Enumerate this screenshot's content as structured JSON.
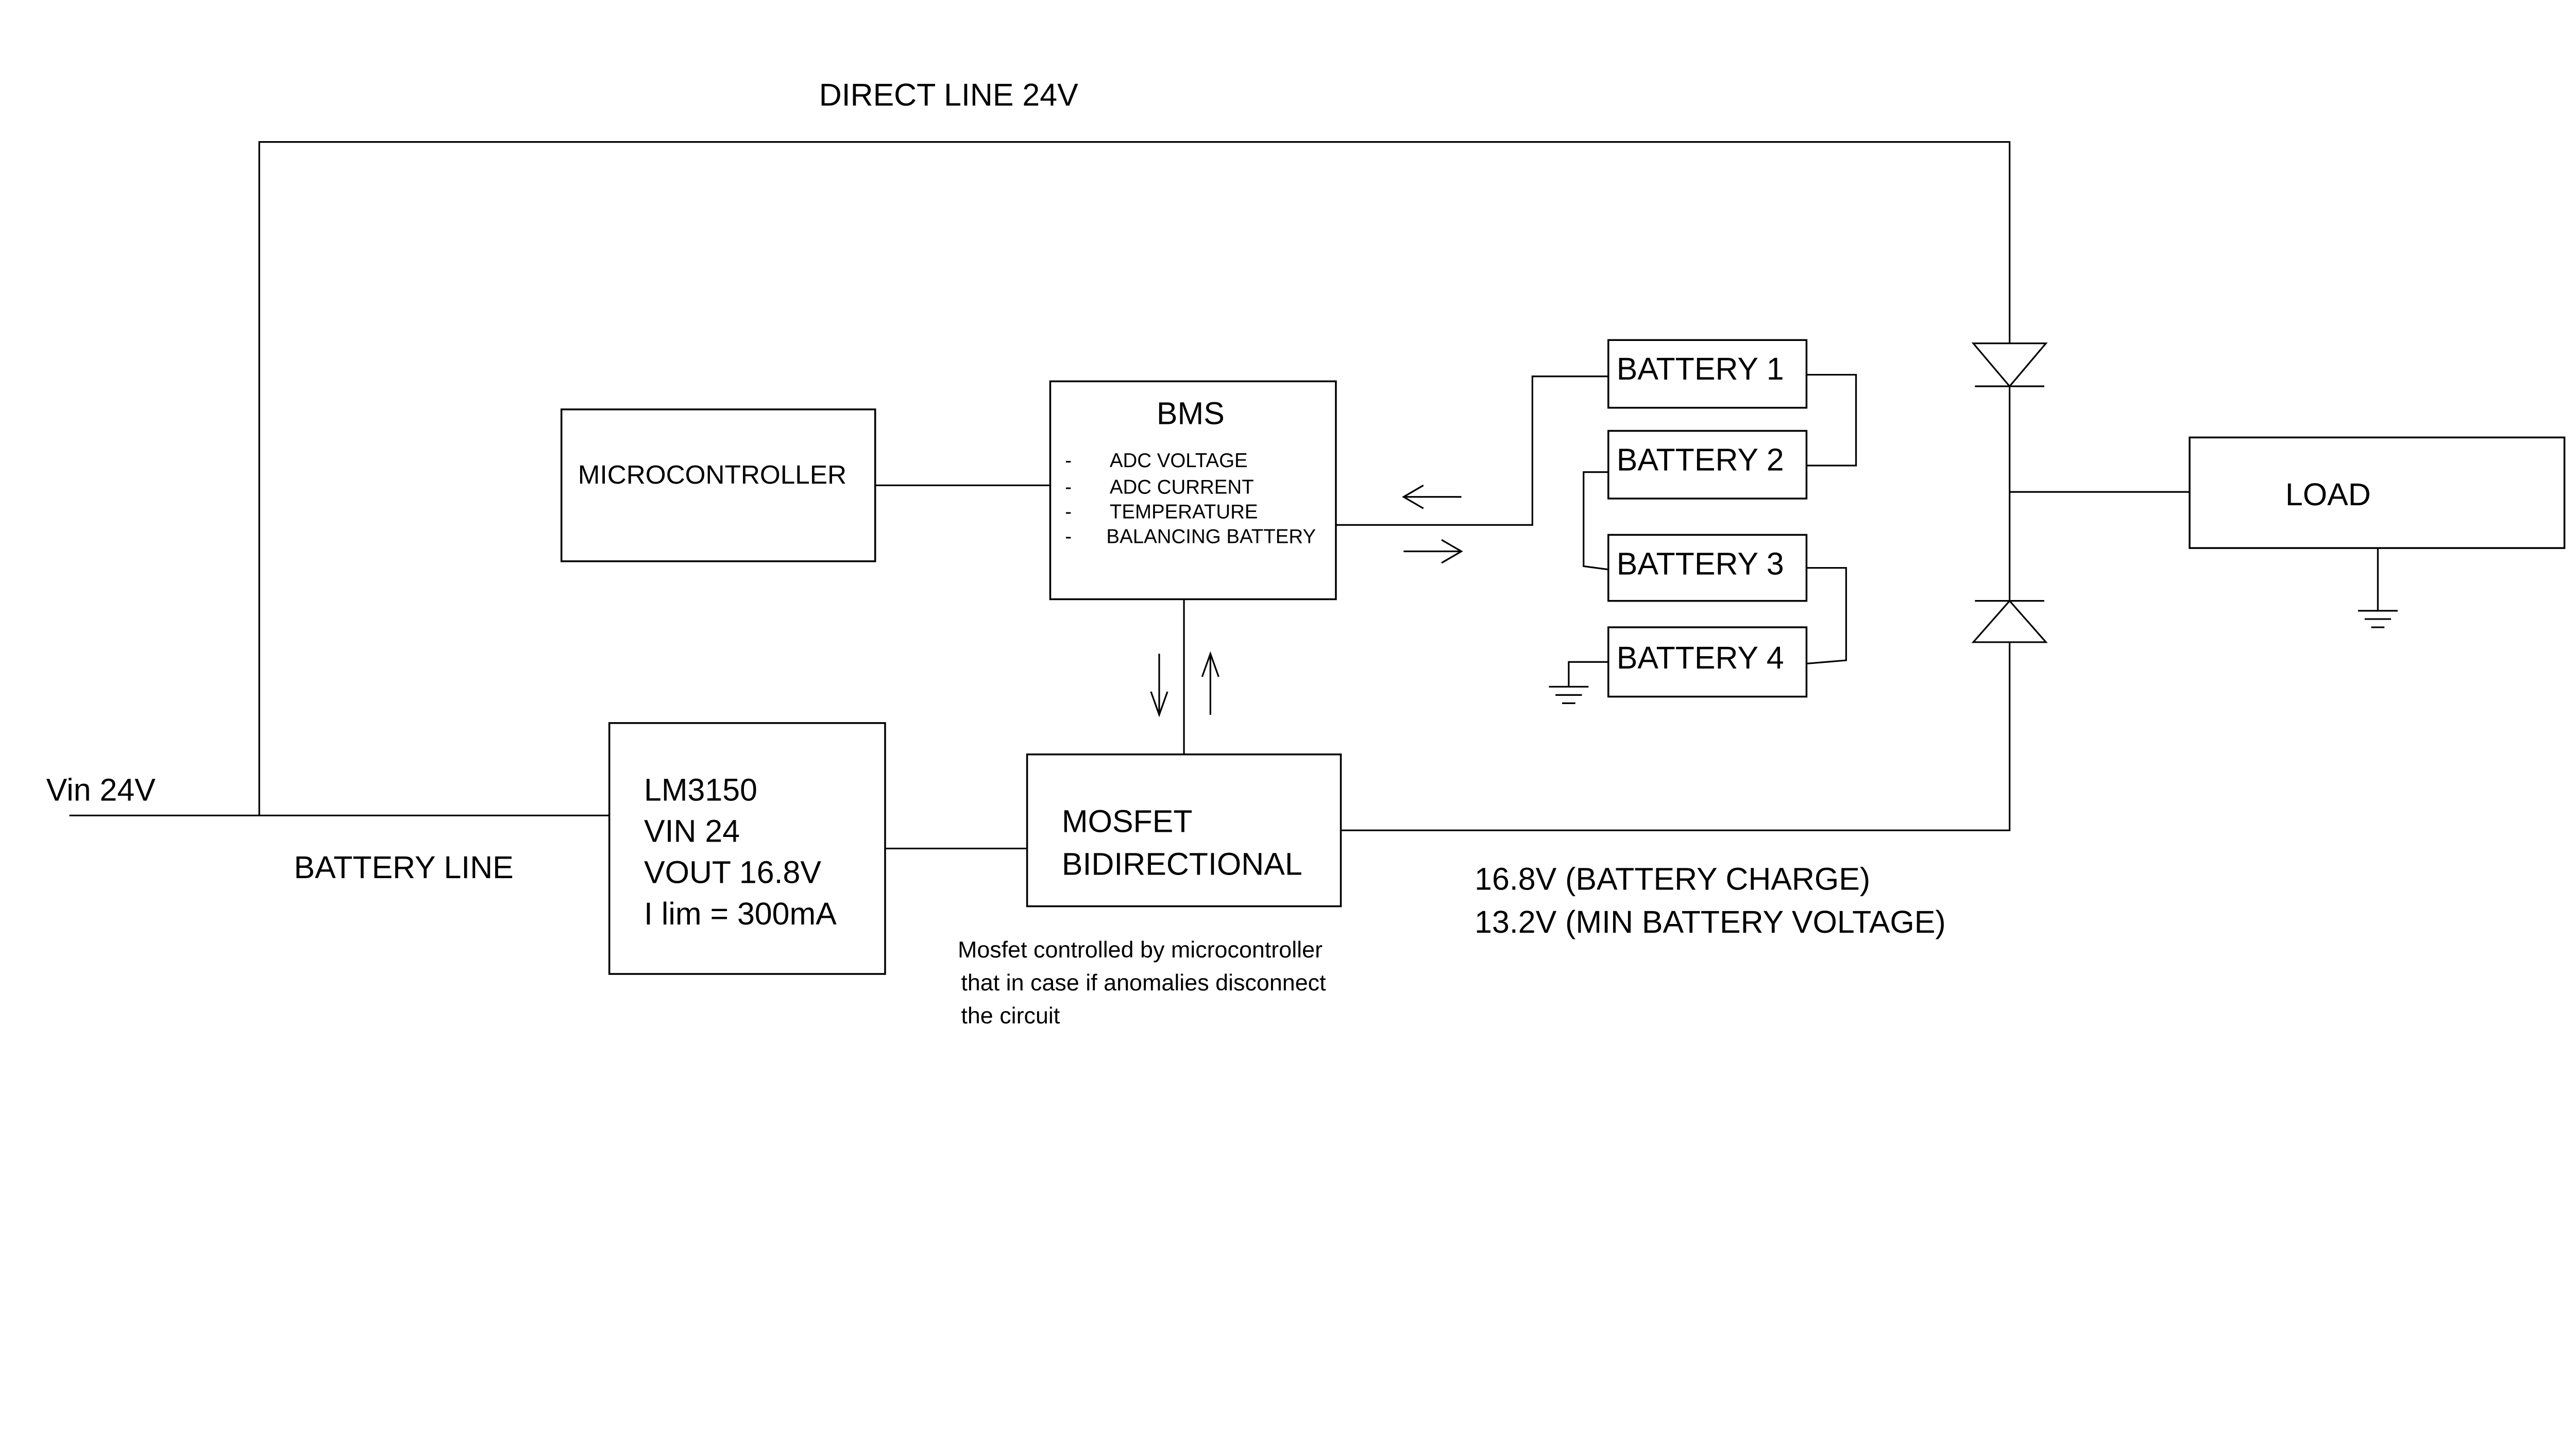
{
  "labels": {
    "direct_line": "DIRECT LINE 24V",
    "vin": "Vin 24V",
    "battery_line": "BATTERY LINE",
    "charge_voltage": "16.8V (BATTERY CHARGE)",
    "min_voltage": "13.2V (MIN BATTERY VOLTAGE)"
  },
  "microcontroller": {
    "title": "MICROCONTROLLER"
  },
  "bms": {
    "title": "BMS",
    "items": [
      "ADC VOLTAGE",
      "ADC CURRENT",
      "TEMPERATURE",
      "BALANCING BATTERY"
    ],
    "bullet": "-"
  },
  "regulator": {
    "lines": [
      "LM3150",
      "VIN 24",
      "VOUT 16.8V",
      "I lim = 300mA"
    ]
  },
  "mosfet": {
    "lines": [
      "MOSFET",
      "BIDIRECTIONAL"
    ],
    "note": [
      "Mosfet controlled by microcontroller",
      "that in case if anomalies disconnect",
      "the circuit"
    ]
  },
  "batteries": [
    "BATTERY 1",
    "BATTERY 2",
    "BATTERY 3",
    "BATTERY 4"
  ],
  "load": {
    "title": "LOAD"
  },
  "icons": [
    "diode-icon",
    "ground-icon",
    "arrow-icon"
  ]
}
